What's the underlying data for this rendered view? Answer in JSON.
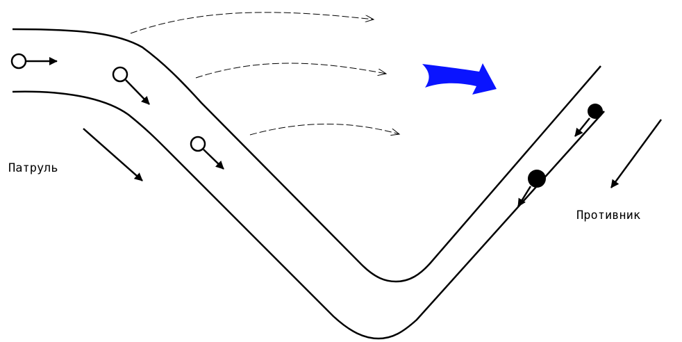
{
  "labels": {
    "patrol": "Патруль",
    "enemy": "Противник"
  },
  "colors": {
    "ink": "#000000",
    "wind": "#0a14ff",
    "background": "#ffffff"
  },
  "icons": {
    "patrol_marker": "hollow-circle-with-arrow",
    "enemy_marker": "filled-circle-with-arrow",
    "wind_arrow": "curved-block-arrow"
  }
}
